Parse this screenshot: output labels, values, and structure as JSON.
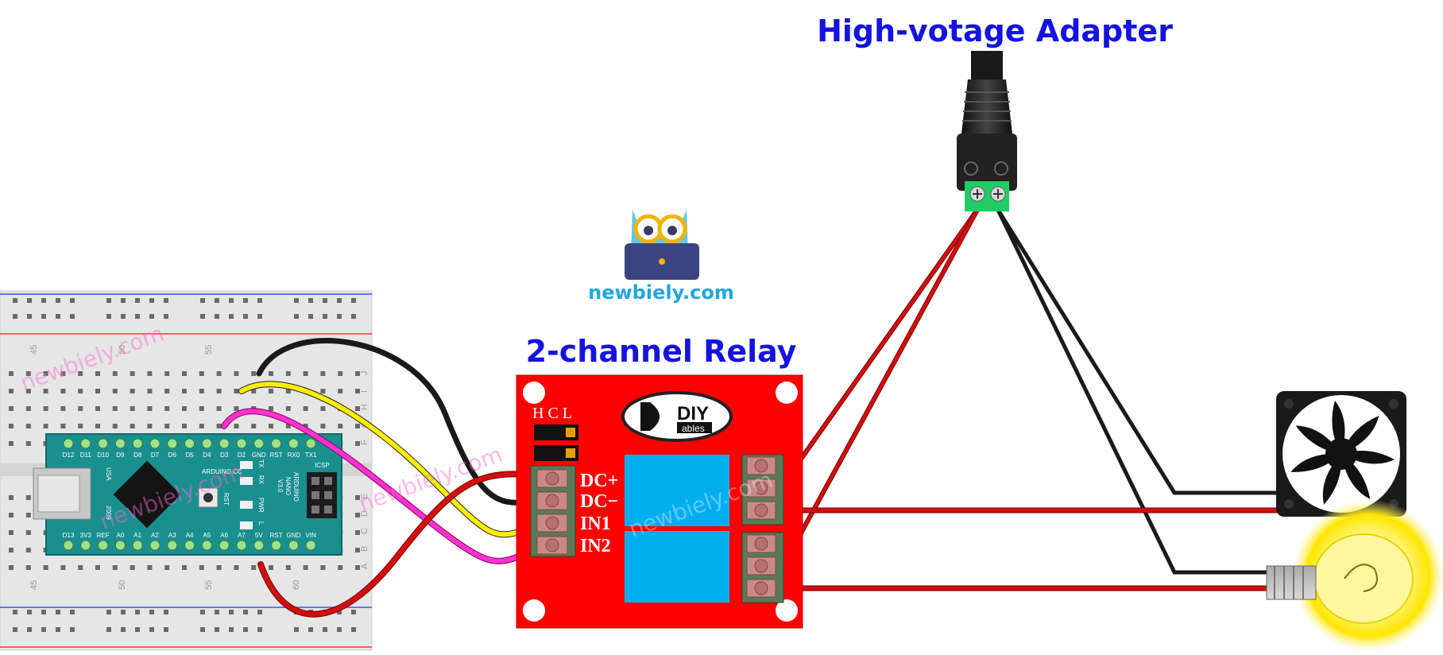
{
  "titles": {
    "adapter": "High-votage Adapter",
    "relay": "2-channel Relay"
  },
  "brand": {
    "text": "newbiely.com",
    "color": "#22a7d9"
  },
  "watermark": {
    "text": "newbiely.com"
  },
  "relay": {
    "jumper_labels": "H C L",
    "pins": [
      "DC+",
      "DC−",
      "IN1",
      "IN2"
    ],
    "logo_main": "DIY",
    "logo_sub": "ables",
    "board_color": "#ff0000",
    "relay_color": "#00aeef"
  },
  "nano": {
    "top_pins": [
      "D12",
      "D11",
      "D10",
      "D9",
      "D8",
      "D7",
      "D6",
      "D5",
      "D4",
      "D3",
      "D2",
      "GND",
      "RST",
      "RX0",
      "TX1"
    ],
    "bottom_pins": [
      "D13",
      "3V3",
      "REF",
      "A0",
      "A1",
      "A2",
      "A3",
      "A4",
      "A5",
      "A6",
      "A7",
      "5V",
      "RST",
      "GND",
      "VIN"
    ],
    "label_line1": "ARDUINO",
    "label_line2": "NANO",
    "label_line3": "V3.0",
    "maker": "ARDUINO.CC",
    "country": "USA",
    "year": "2009",
    "icsp": "ICSP",
    "rst": "RST",
    "tx": "TX",
    "rx": "RX",
    "pwr": "PWR",
    "l": "L",
    "board_color": "#1a8f8f"
  },
  "breadboard": {
    "col_numbers": [
      "45",
      "50",
      "55",
      "60"
    ],
    "row_letters_top": [
      "J",
      "I",
      "H",
      "G",
      "F"
    ],
    "row_letters_bottom": [
      "E",
      "D",
      "C",
      "B",
      "A"
    ]
  },
  "wires": {
    "red": "#d01010",
    "black": "#1a1a1a",
    "yellow": "#ffee00",
    "magenta": "#ff33cc"
  }
}
